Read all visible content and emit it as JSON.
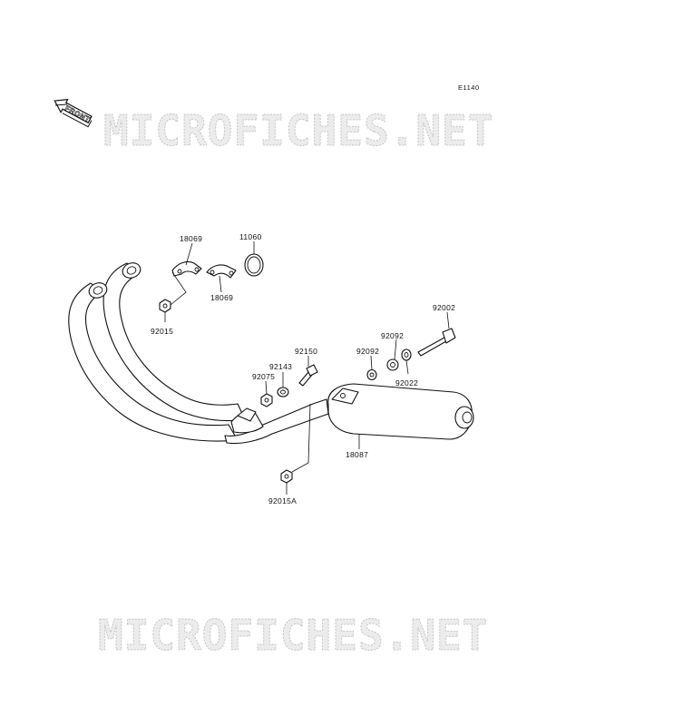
{
  "diagram_code": "E1140",
  "front_arrow": {
    "label": "FRONT",
    "icon": "front-arrow-icon"
  },
  "watermarks": [
    "MICROFICHES.NET",
    "MICROFICHES.NET"
  ],
  "part_labels": {
    "p18069_top": "18069",
    "p11060": "11060",
    "p18069_bottom": "18069",
    "p92015": "92015",
    "p92002": "92002",
    "p92092_a": "92092",
    "p92092_b": "92092",
    "p92022": "92022",
    "p92150": "92150",
    "p92143": "92143",
    "p92075": "92075",
    "p18087": "18087",
    "p92015A": "92015A"
  }
}
